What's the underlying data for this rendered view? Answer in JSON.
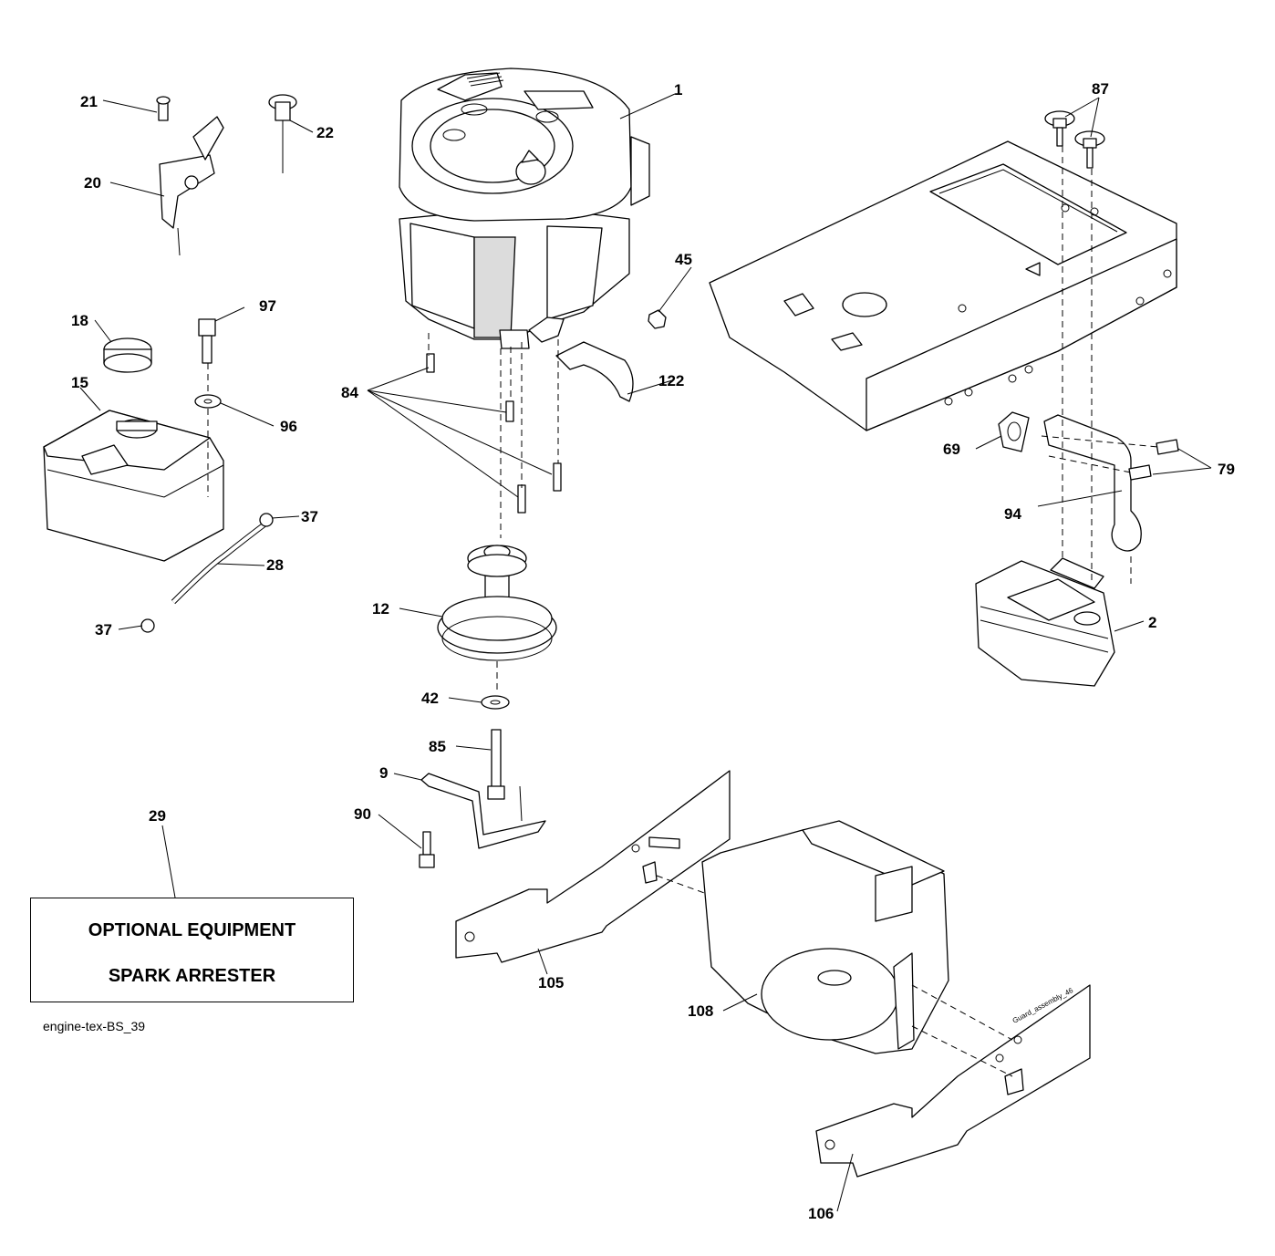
{
  "callouts": {
    "c1": "1",
    "c2": "2",
    "c9": "9",
    "c12": "12",
    "c15": "15",
    "c18": "18",
    "c20": "20",
    "c21": "21",
    "c22": "22",
    "c28": "28",
    "c29": "29",
    "c37a": "37",
    "c37b": "37",
    "c42": "42",
    "c45": "45",
    "c69": "69",
    "c79": "79",
    "c84": "84",
    "c85": "85",
    "c87": "87",
    "c90": "90",
    "c94": "94",
    "c96": "96",
    "c97": "97",
    "c105": "105",
    "c106": "106",
    "c108": "108",
    "c122": "122"
  },
  "note_box": {
    "line1": "OPTIONAL EQUIPMENT",
    "line2": "SPARK ARRESTER"
  },
  "file_label": "engine-tex-BS_39",
  "stamp": "Guard_assembly_46"
}
